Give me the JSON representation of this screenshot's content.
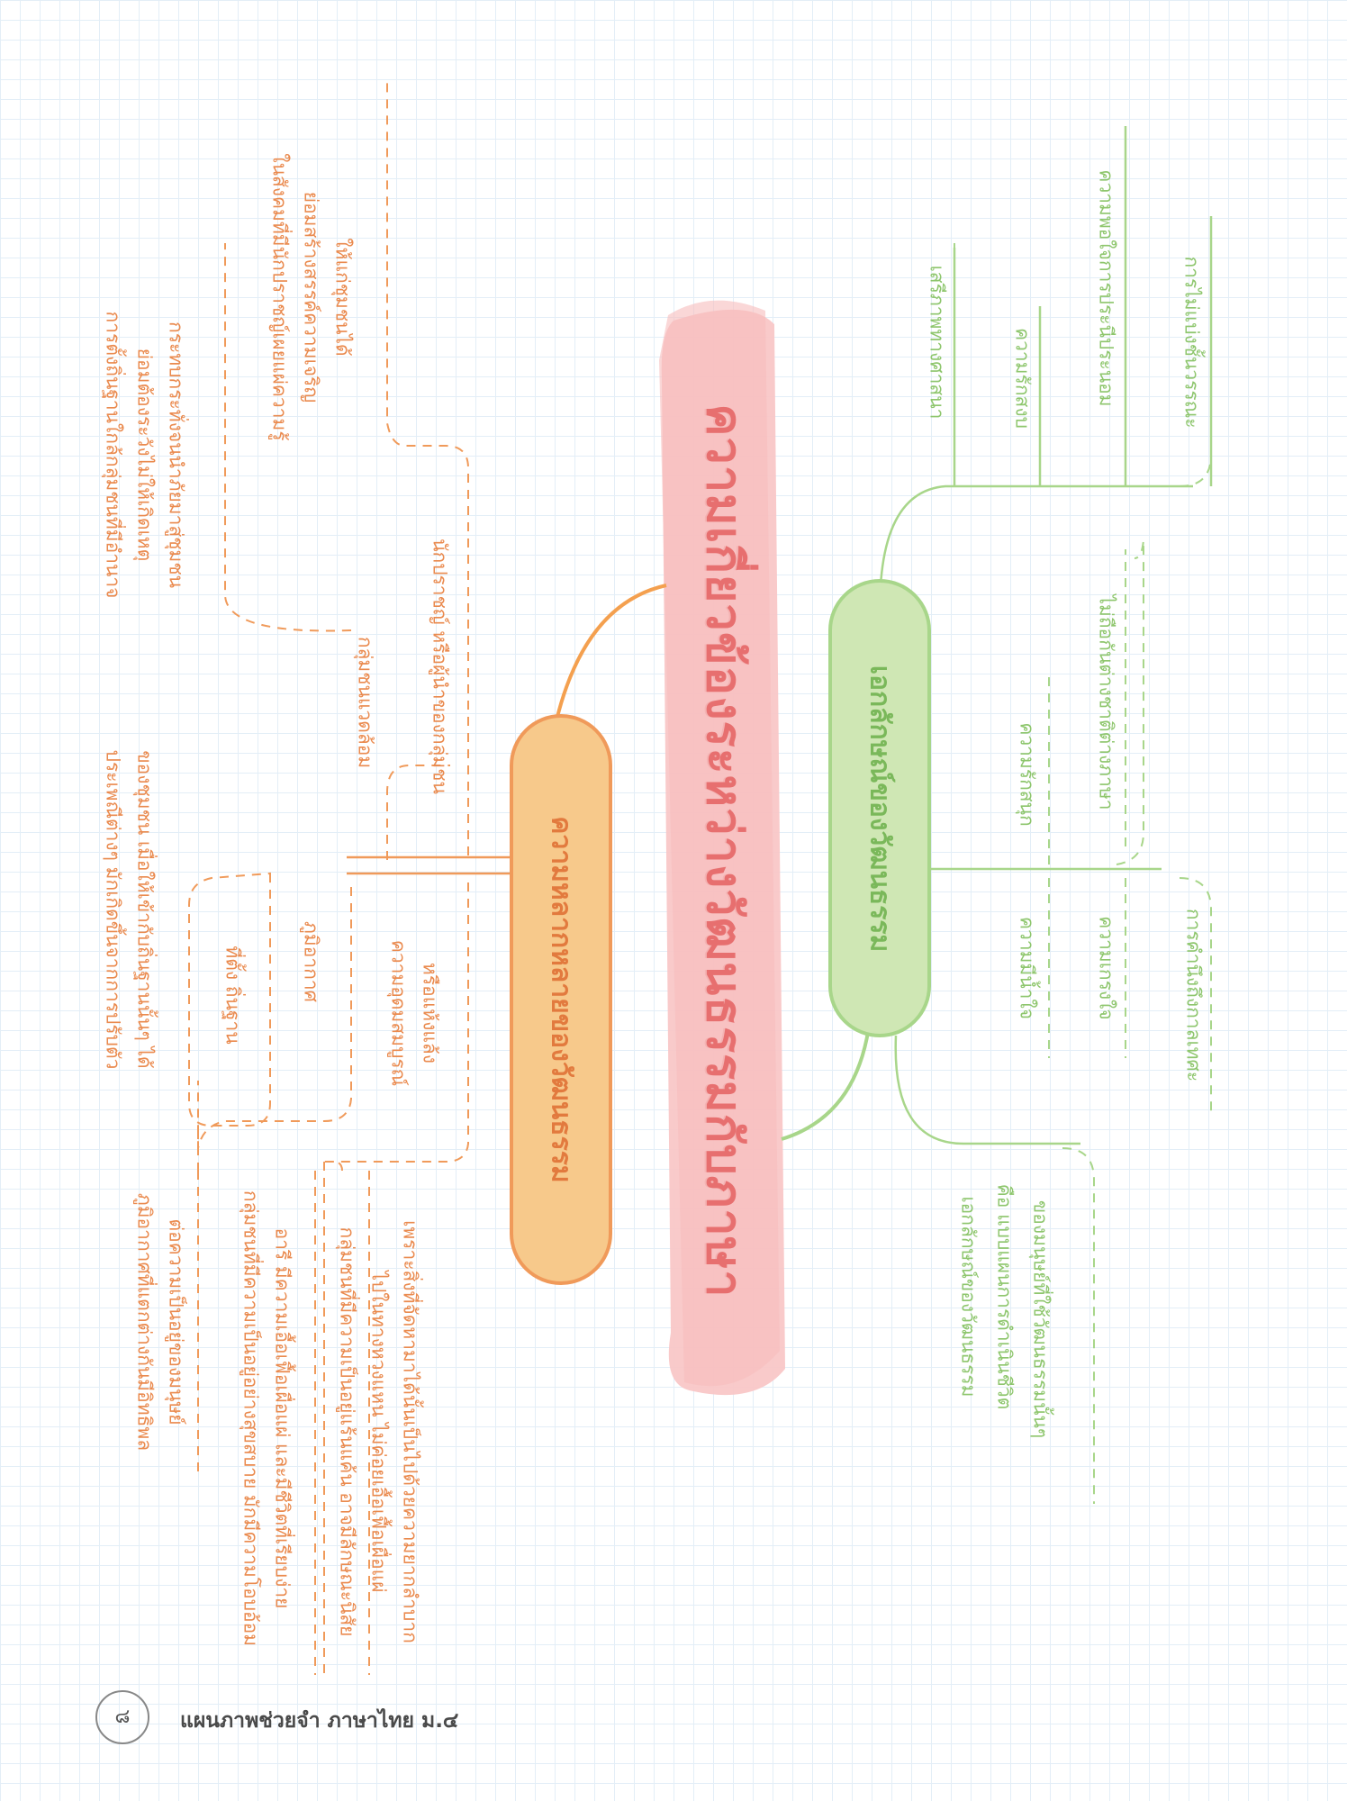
{
  "center": {
    "title": "ความเกี่ยวข้องระหว่างวัฒนธรรมกับภาษา"
  },
  "branches": {
    "diversity": {
      "label": "ความหลากหลายของวัฒนธรรม",
      "color": "#f4a04f",
      "items": {
        "location": {
          "label": "ที่ตั้ง ถิ่นฐาน",
          "detail": [
            "ประเพณีต่างๆ มักเกิดขึ้นจากการปรับตัว",
            "ของชุมชน เมื่อให้เข้ากับถิ่นฐานนั้นๆ ได้"
          ]
        },
        "climate": {
          "label": "ภูมิอากาศ",
          "detail": [
            "ภูมิอากาศที่แตกต่างกันมีอิทธิพล",
            "ต่อความเป็นอยู่ของมนุษย์"
          ]
        },
        "fertility": {
          "label": [
            "ความอุดมสมบูรณ์",
            "หรือแห้งแล้ง"
          ],
          "details": [
            [
              "กลุ่มชนที่มีความเป็นอยู่อย่างสุขสบาย มักมีความโอบอ้อม",
              "อารี มีความเอื้อเฟื้อเผื่อแผ่ และมีชีวิตที่เรียบง่าย"
            ],
            [
              "กลุ่มชนที่มีความเป็นอยู่แร้นแค้น อาจมีลักษณะนิสัย",
              "ไปในทางหวงแหน ไม่ค่อยเอื้อเฟื้อเผื่อแผ่",
              "เพราะสิ่งที่จัดหามาได้นั้นเป็นไปด้วยความยากลำบาก"
            ]
          ]
        },
        "environment": {
          "label": "กลุ่มชนแวดล้อม",
          "sub": "นักปราชญ์ หรือผู้นำของกลุ่มชน",
          "details": [
            [
              "การตั้งถิ่นฐานใกล้กลุ่มชนที่มีอำนาจ",
              "ย่อมต้องระวังไม่ให้เกิดเหตุ",
              "กระทบกระทั่งจนนำภัยมาสู่ชุมชน"
            ],
            [
              "ในสังคมที่มีนักปราชญ์เผยแผ่ความรู้",
              "ย่อมสร้างสรรค์ความเจริญ",
              "ให้แก่ชุมชนได้"
            ]
          ]
        }
      }
    },
    "identity": {
      "label": "เอกลักษณ์ของวัฒนธรรม",
      "color": "#a8d68a",
      "items": {
        "top": [
          "เสรีภาพทางศาสนา",
          "ความรักสงบ",
          "ความพอใจการประนีประนอม",
          "การไม่แบ่งชั้นวรรณะ"
        ],
        "middle": [
          "ความรักสนุก",
          "ไม่ถือกันต่างชาติต่างภาษา"
        ],
        "lower": [
          "ความมีน้ำใจ",
          "ความเกรงใจ",
          "การคำนึงถึงกาลเทศะ"
        ],
        "definition": [
          "เอกลักษณ์ของวัฒนธรรม",
          "คือ แบบแผนการดำเนินชีวิต",
          "ของมนุษย์ที่ใช้วัฒนธรรมนั้นๆ"
        ]
      }
    }
  },
  "footer": {
    "page": "๘",
    "book": "แผนภาพช่วยจำ ภาษาไทย ม.๔"
  },
  "colors": {
    "orange": "#ea8a4e",
    "green": "#8ec66d",
    "pink": "#e76f6f",
    "pinkFill": "#f8c4c4"
  }
}
